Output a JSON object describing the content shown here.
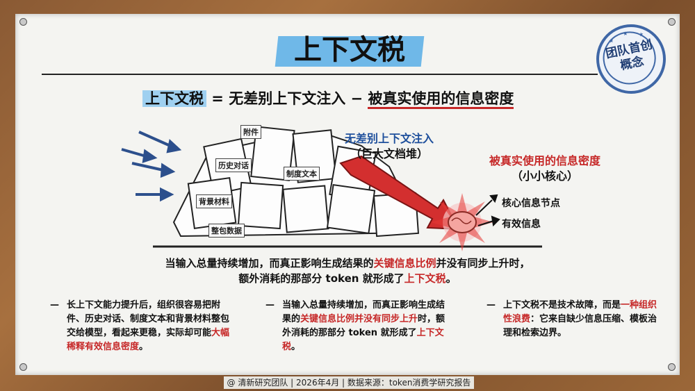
{
  "title": "上下文税",
  "stamp": {
    "line1": "团队首创",
    "line2": "概念"
  },
  "formula": {
    "left": "上下文税",
    "equals": " = ",
    "middle": "无差别上下文注入",
    "minus": " − ",
    "right": "被真实使用的信息密度"
  },
  "diagram": {
    "pile_label": "无差别上下文注入",
    "pile_sublabel": "（巨大文档堆）",
    "core_label": "被真实使用的信息密度",
    "core_sublabel": "（小小核心）",
    "node1": "核心信息节点",
    "node2": "有效信息",
    "docs": [
      "附件",
      "历史对话",
      "制度文本",
      "背景材料",
      "整包数据"
    ]
  },
  "caption": {
    "p1": "当输入总量持续增加，而真正影响生成结果的",
    "p1_red": "关键信息比例",
    "p1_end": "并没有同步上升时，",
    "p2": "额外消耗的那部分 token 就形成了",
    "p2_red": "上下文税",
    "p2_end": "。"
  },
  "columns": [
    {
      "text": "长上下文能力提升后，组织很容易把附件、历史对话、制度文本和背景材料整包交给模型，看起来更稳，实际却可能",
      "red": "大幅稀释有效信息密度",
      "tail": "。"
    },
    {
      "text": "当输入总量持续增加，而真正影响生成结果的",
      "red": "关键信息比例并没有同步上升",
      "mid": "时，额外消耗的那部分 token 就形成了",
      "red2": "上下文税",
      "tail": "。"
    },
    {
      "text": "上下文税不是技术故障，而是",
      "red": "一种组织性浪费",
      "tail": "：它来自缺少信息压缩、模板治理和检索边界。"
    }
  ],
  "footer": "@ 清新研究团队 | 2026年4月 | 数据来源：token消费学研究报告",
  "colors": {
    "accent_blue": "#6fb8e8",
    "accent_red": "#c62828",
    "stamp_blue": "#3f67a6"
  }
}
